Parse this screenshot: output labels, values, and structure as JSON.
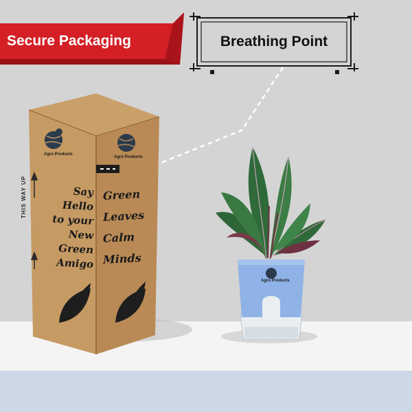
{
  "banner": {
    "text": "Secure Packaging",
    "color": "#cc1a20"
  },
  "callout": {
    "text": "Breathing Point"
  },
  "box": {
    "left_message": [
      "Say Hello",
      "to your",
      "New",
      "Green",
      "Amigo"
    ],
    "right_message": [
      "Green",
      "Leaves",
      "Calm",
      "Minds"
    ],
    "orientation_label": "THIS WAY UP",
    "brand_caption": "Agro Products"
  },
  "pot": {
    "brand_caption": "Agro Products",
    "color": "#8fb3e6"
  }
}
